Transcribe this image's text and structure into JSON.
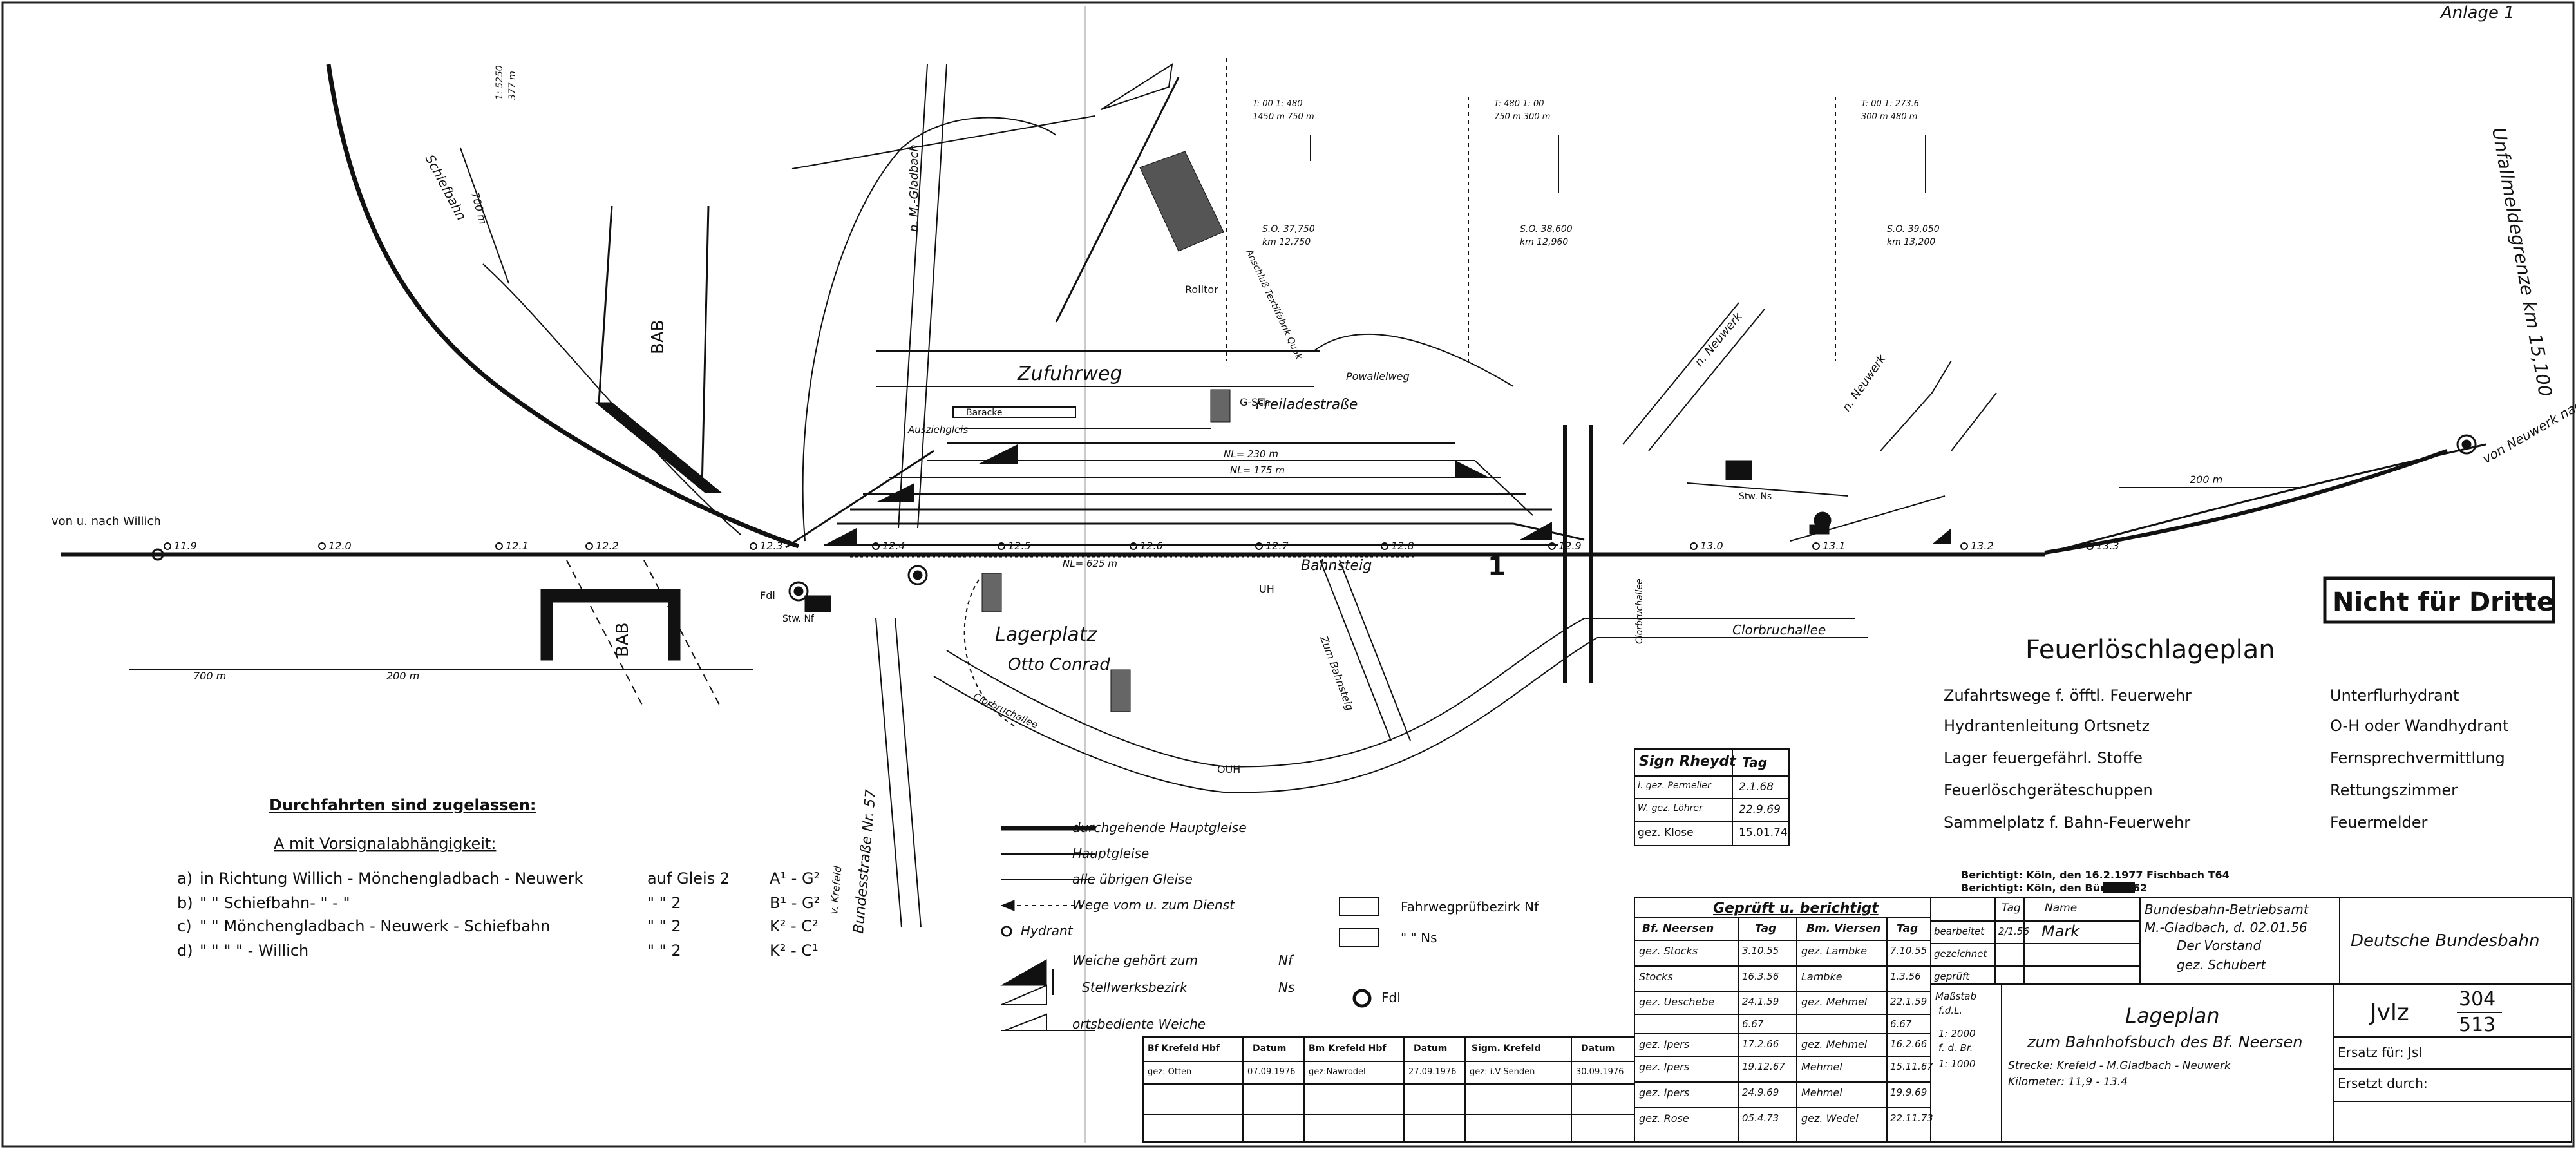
{
  "sheet": {
    "annex": "Anlage 1",
    "stamp": "Nicht für Dritte",
    "title": "Feuerlöschlageplan"
  },
  "legend_fire": {
    "left": [
      "Zufahrtswege f. öfftl. Feuerwehr",
      "Hydrantenleitung Ortsnetz",
      "Lager feuergefährl. Stoffe",
      "Feuerlöschgeräteschuppen",
      "Sammelplatz f. Bahn-Feuerwehr"
    ],
    "right": [
      "Unterflurhydrant",
      "O-H oder Wandhydrant",
      "Fernsprechvermittlung",
      "Rettungszimmer",
      "Feuermelder"
    ]
  },
  "durchfahrten": {
    "title": "Durchfahrten sind zugelassen:",
    "subtitle": "A mit Vorsignalabhängigkeit:",
    "rows": [
      {
        "key": "a)",
        "text": "in Richtung  Willich - Mönchengladbach - Neuwerk",
        "gleis": "auf Gleis 2",
        "route": "A¹ - G²"
      },
      {
        "key": "b)",
        "text": "\"       \"       Schiefbahn-    \"       -      \"",
        "gleis": "\"     \"    2",
        "route": "B¹ - G²"
      },
      {
        "key": "c)",
        "text": "\"       \"       Mönchengladbach - Neuwerk - Schiefbahn",
        "gleis": "\"     \"    2",
        "route": "K² - C²"
      },
      {
        "key": "d)",
        "text": "\"       \"            \"            \"         - Willich",
        "gleis": "\"     \"    2",
        "route": "K² - C¹"
      }
    ]
  },
  "legend_lines": [
    "durchgehende Hauptgleise",
    "Hauptgleise",
    "alle übrigen Gleise",
    "Wege vom u. zum Dienst",
    "Hydrant",
    "Weiche gehört zum",
    "Stellwerksbezirk",
    "ortsbediente Weiche",
    "Nf",
    "Ns",
    "Fahrwegprüfbezirk  Nf",
    "\"           \"         Ns",
    "Fdl"
  ],
  "berichtigt": [
    "Berichtigt: Köln, den  16.2.1977  Fischbach T64",
    "Berichtigt: Köln, den           Bürkel  T62"
  ],
  "sig_table": {
    "headers": [
      "Sign Rheydt",
      "Tag"
    ],
    "rows": [
      [
        "i. gez. Permeller",
        "2.1.68"
      ],
      [
        "W. gez. Löhrer",
        "22.9.69"
      ],
      [
        "gez. Klose",
        "15.01.74"
      ]
    ]
  },
  "check_table": {
    "title": "Geprüft u. berichtigt",
    "headers": [
      "Bf. Neersen",
      "Tag",
      "Bm. Viersen",
      "Tag"
    ],
    "rows": [
      [
        "gez. Stocks",
        "3.10.55",
        "gez. Lambke",
        "7.10.55"
      ],
      [
        "Stocks",
        "16.3.56",
        "Lambke",
        "1.3.56"
      ],
      [
        "gez. Ueschebe",
        "24.1.59",
        "gez. Mehmel",
        "22.1.59"
      ],
      [
        "",
        "6.67",
        "",
        "6.67"
      ],
      [
        "gez. Ipers",
        "17.2.66",
        "gez. Mehmel",
        "16.2.66"
      ],
      [
        "gez. Ipers",
        "19.12.67",
        "Mehmel",
        "15.11.67"
      ],
      [
        "gez. Ipers",
        "24.9.69",
        "Mehmel",
        "19.9.69"
      ],
      [
        "gez. Rose",
        "05.4.73",
        "gez. Wedel",
        "22.11.73"
      ]
    ]
  },
  "proc_table": {
    "headers": [
      "",
      "Tag",
      "Name"
    ],
    "rows": [
      [
        "bearbeitet",
        "2/1.56",
        "Mark"
      ],
      [
        "gezeichnet",
        "",
        ""
      ],
      [
        "geprüft",
        "",
        ""
      ]
    ]
  },
  "office": {
    "lines": [
      "Bundesbahn-Betriebsamt",
      "M.-Gladbach, d. 02.01.56",
      "Der Vorstand",
      "gez. Schubert"
    ],
    "railway": "Deutsche Bundesbahn",
    "jvlz": "Jvlz",
    "jvlz_top": "304",
    "jvlz_bottom": "513",
    "ersatz_fuer": "Ersatz für: Jsl",
    "ersetzt_durch": "Ersetzt durch:"
  },
  "scale": {
    "title": "Maßstab",
    "rows": [
      "f.d.L.",
      "1: 2000",
      "f. d. Br.",
      "1: 1000"
    ]
  },
  "plan_title": {
    "lines": [
      "Lageplan",
      "zum Bahnhofsbuch des Bf. Neersen"
    ],
    "strecke": "Strecke: Krefeld - M.Gladbach - Neuwerk",
    "kilometer": "Kilometer:  11,9 -  13.4"
  },
  "krefeld_table": {
    "headers": [
      "Bf Krefeld Hbf",
      "Datum",
      "Bm Krefeld Hbf",
      "Datum",
      "Sigm. Krefeld",
      "Datum"
    ],
    "row": [
      "gez: Otten",
      "07.09.1976",
      "gez:Nawrodel",
      "27.09.1976",
      "gez: i.V Senden",
      "30.09.1976"
    ]
  },
  "map_labels": {
    "von_willich": "von u. nach Willich",
    "schiefbahn": "Schiefbahn",
    "bab": "BAB",
    "bab2": "BAB",
    "mgladbach": "n. M.-Gladbach",
    "bundesstrasse": "Bundesstraße Nr. 57",
    "krefeld": "v. Krefeld",
    "zufuhrweg": "Zufuhrweg",
    "freiladestrasse": "Freiladestraße",
    "powalleiweg": "Powalleiweg",
    "bahnsteig": "Bahnsteig",
    "lagerplatz": "Lagerplatz",
    "otto_conrad": "Otto Conrad",
    "clorbruchallee": "Clorbruchallee",
    "clorbruchallee2": "Clorbruchallee",
    "clorbruchallee3": "Clorbruchallee",
    "zum_bahnsteig": "Zum Bahnsteig",
    "neuwerk": "n. Neuwerk",
    "neuwerk2": "n. Neuwerk",
    "von_neuwerk": "von Neuwerk nach",
    "unfallmeldegrenze": "Unfallmeldegrenze  km 15,100",
    "rolltor": "Rolltor",
    "anschluss": "Anschluß Textilfabrik Quak",
    "baracke": "Baracke",
    "ausziehgleis": "Ausziehgleis",
    "schuppen": "G-Sch.",
    "uh": "UH",
    "ouh": "OUH",
    "fdl": "Fdl",
    "stw": "Stw. Nf",
    "stw_ns": "Stw. Ns",
    "track1": "1",
    "dist_200": "200 m",
    "dist_700": "700 m",
    "dist_200b": "200 m",
    "dist_700b": "700 m",
    "nl230": "NL= 230 m",
    "nl175": "NL= 175 m",
    "nl625": "NL= 625 m",
    "km_marks": [
      "11.9",
      "12.0",
      "12.1",
      "12.2",
      "12.3",
      "12.4",
      "12.5",
      "12.6",
      "12.7",
      "12.8",
      "12.9",
      "13.0",
      "13.1",
      "13.2",
      "13.3"
    ],
    "so_labels": [
      "S.O.  37,750",
      "km  12,750",
      "S.O.  38,600",
      "km  12,960",
      "S.O.  39,050",
      "km  13,200"
    ],
    "grad_labels": [
      "T: 00   1: 480",
      "1450 m   750 m",
      "T: 480   1: 00",
      "750 m   300 m",
      "T: 00   1: 273.6",
      "300 m   480 m"
    ],
    "top_grad": [
      "1: 5250",
      "377 m"
    ]
  }
}
